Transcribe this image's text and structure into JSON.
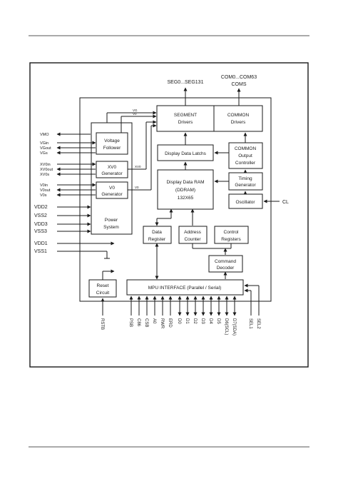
{
  "colors": {
    "ink": "#1a1a1a",
    "background": "#ffffff"
  },
  "outputs": {
    "seg": "SEG0...SEG131",
    "com_line1": "COM0...COM63",
    "com_line2": "COMS"
  },
  "blocks": {
    "segment_drivers": [
      "SEGMENT",
      "Drivers"
    ],
    "common_drivers": [
      "COMMON",
      "Drivers"
    ],
    "voltage_follower": [
      "Voltage",
      "Follower"
    ],
    "xv0_generator": [
      "XV0",
      "Generator"
    ],
    "v0_generator": [
      "V0",
      "Generator"
    ],
    "power_system": [
      "Power",
      "System"
    ],
    "display_latches": [
      "Display Data Latchs"
    ],
    "common_output_controller": [
      "COMMON",
      "Output",
      "Controller"
    ],
    "display_ram": [
      "Display Data RAM",
      "(DDRAM)",
      "132X65"
    ],
    "timing_generator": [
      "Timing",
      "Generator"
    ],
    "oscillator": [
      "Oscillator"
    ],
    "data_register": [
      "Data",
      "Register"
    ],
    "address_counter": [
      "Address",
      "Counter"
    ],
    "control_registers": [
      "Control",
      "Registers"
    ],
    "command_decoder": [
      "Command",
      "Decoder"
    ],
    "reset_circuit": [
      "Reset",
      "Circuit"
    ],
    "mpu_interface": [
      "MPU INTERFACE (Parallel / Serial)"
    ]
  },
  "internal_labels": {
    "vg": "VG",
    "vr": "V0",
    "xv0": "XV0",
    "v0": "V0"
  },
  "left_pins": [
    "VMO",
    "VGin",
    "VGout",
    "VGs",
    "XV0in",
    "XV0out",
    "XV0s",
    "V0in",
    "V0out",
    "V0s",
    "VDD2",
    "VSS2",
    "VDD3",
    "VSS3",
    "VDD1",
    "VSS1"
  ],
  "right_pins": [
    "CL"
  ],
  "bottom_pins": [
    "RSTB",
    "PSB",
    "C86",
    "CSB",
    "A0",
    "RWR",
    "ERD",
    "D0",
    "D1",
    "D2",
    "D3",
    "D4",
    "D5",
    "D6(SCL)",
    "D7(SDA)",
    "SEL1",
    "SEL2"
  ]
}
